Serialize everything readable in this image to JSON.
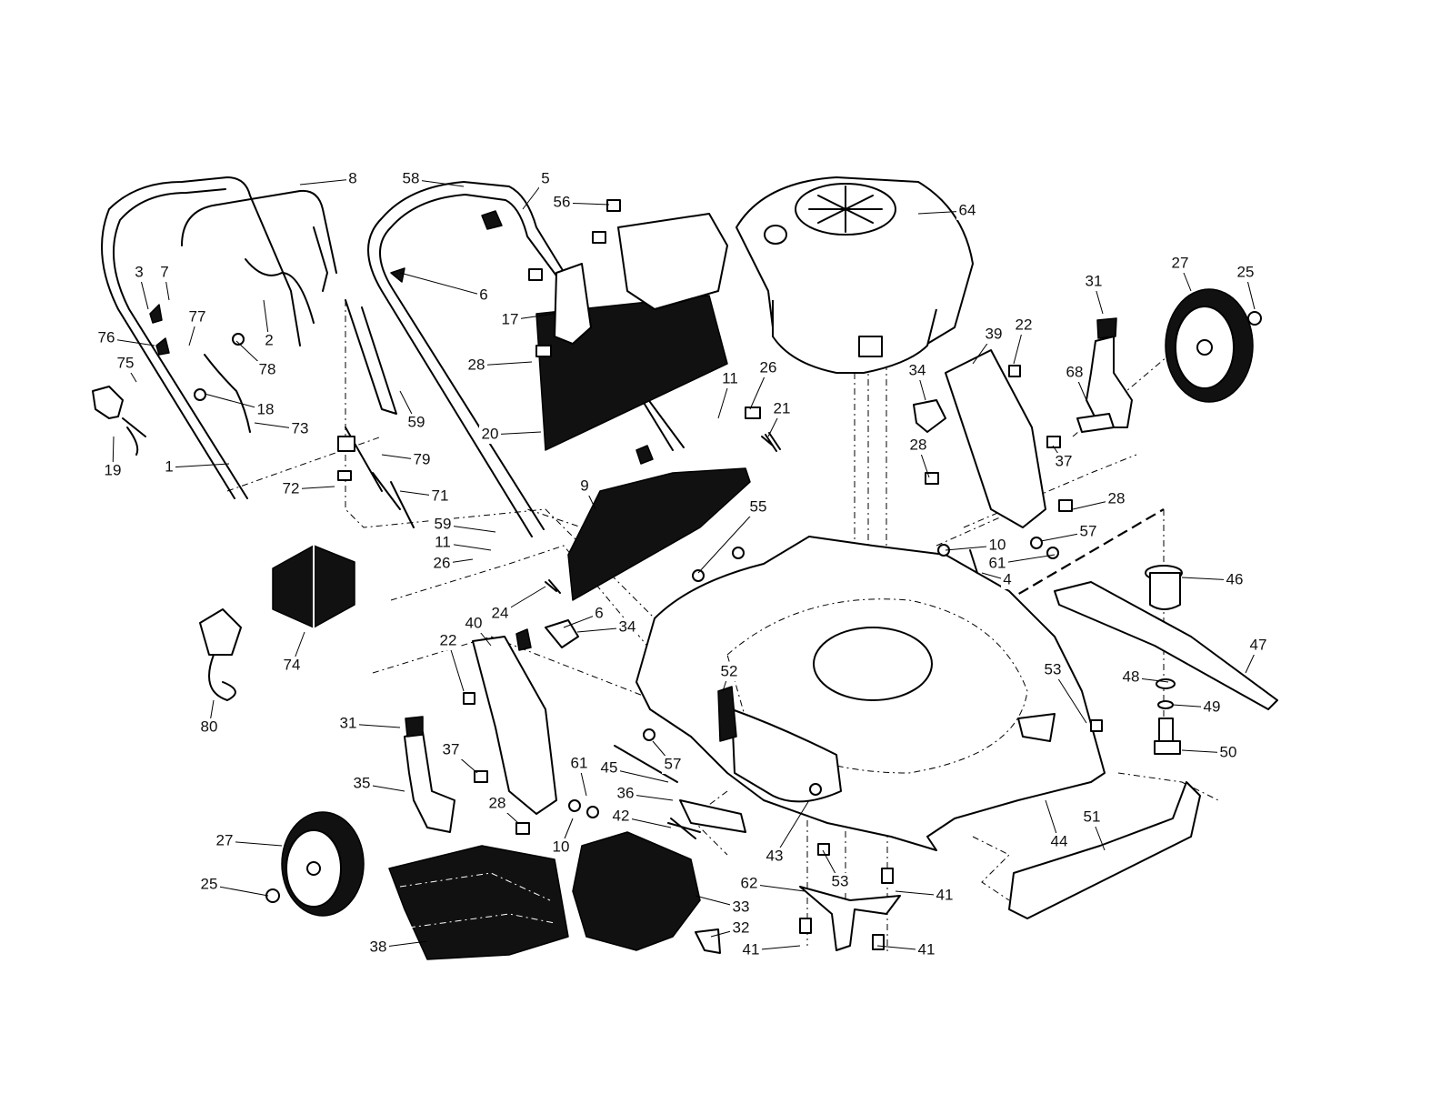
{
  "callouts": [
    "8",
    "58",
    "5",
    "56",
    "64",
    "3",
    "7",
    "77",
    "76",
    "75",
    "78",
    "2",
    "18",
    "73",
    "19",
    "1",
    "6",
    "17",
    "28",
    "20",
    "59",
    "11",
    "26",
    "21",
    "79",
    "72",
    "71",
    "9",
    "55",
    "59",
    "11",
    "26",
    "31",
    "27",
    "25",
    "39",
    "22",
    "34",
    "68",
    "28",
    "37",
    "28",
    "57",
    "10",
    "61",
    "4",
    "46",
    "47",
    "48",
    "49",
    "50",
    "53",
    "24",
    "6",
    "34",
    "40",
    "22",
    "74",
    "80",
    "52",
    "31",
    "37",
    "35",
    "61",
    "57",
    "45",
    "36",
    "42",
    "28",
    "10",
    "43",
    "27",
    "25",
    "38",
    "33",
    "32",
    "62",
    "53",
    "41",
    "41",
    "41",
    "44",
    "51"
  ]
}
